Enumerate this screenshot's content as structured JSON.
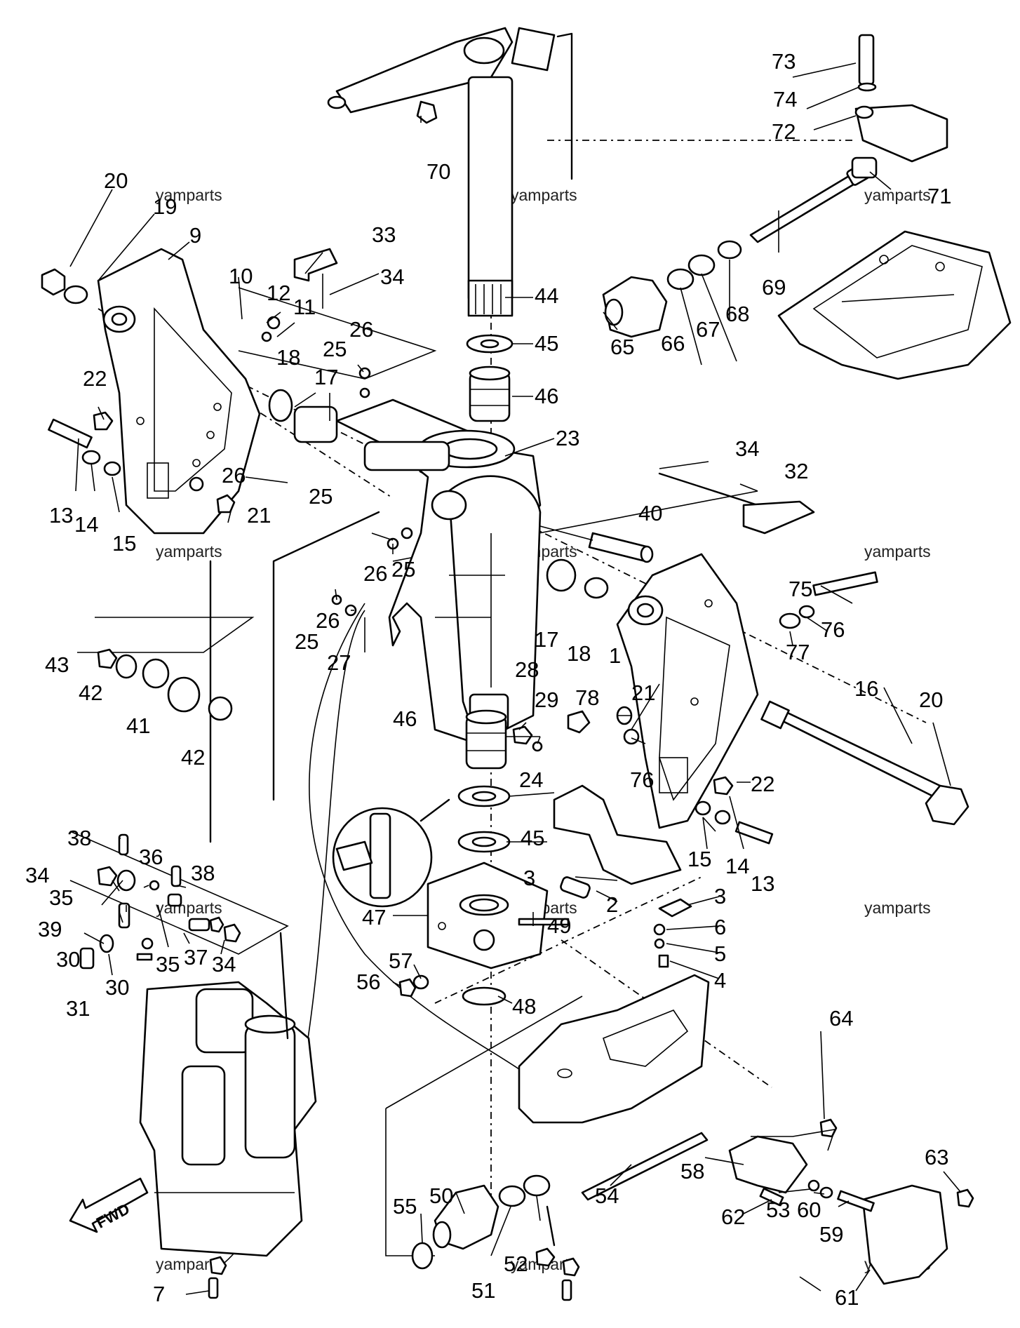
{
  "watermark": "yamparts",
  "fwd_label": "FWD",
  "labels": {
    "n1": "1",
    "n2": "2",
    "n3a": "3",
    "n3b": "3",
    "n4": "4",
    "n5": "5",
    "n6": "6",
    "n7": "7",
    "n9": "9",
    "n10": "10",
    "n11": "11",
    "n12": "12",
    "n13a": "13",
    "n13b": "13",
    "n14a": "14",
    "n14b": "14",
    "n15a": "15",
    "n15b": "15",
    "n16": "16",
    "n17a": "17",
    "n17b": "17",
    "n18a": "18",
    "n18b": "18",
    "n19": "19",
    "n20a": "20",
    "n20b": "20",
    "n21a": "21",
    "n21b": "21",
    "n22a": "22",
    "n22b": "22",
    "n23": "23",
    "n24": "24",
    "n25a": "25",
    "n25b": "25",
    "n25c": "25",
    "n25d": "25",
    "n26a": "26",
    "n26b": "26",
    "n26c": "26",
    "n26d": "26",
    "n27": "27",
    "n28": "28",
    "n29": "29",
    "n30": "30",
    "n31": "31",
    "n32": "32",
    "n33": "33",
    "n34a": "34",
    "n34b": "34",
    "n34c": "34",
    "n34d": "34",
    "n35a": "35",
    "n35b": "35",
    "n36": "36",
    "n37": "37",
    "n38a": "38",
    "n38b": "38",
    "n39": "39",
    "n40": "40",
    "n41": "41",
    "n42a": "42",
    "n42b": "42",
    "n43": "43",
    "n44": "44",
    "n45a": "45",
    "n45b": "45",
    "n46a": "46",
    "n46b": "46",
    "n47": "47",
    "n48": "48",
    "n49": "49",
    "n50": "50",
    "n51": "51",
    "n52": "52",
    "n53": "53",
    "n54": "54",
    "n55": "55",
    "n56": "56",
    "n57": "57",
    "n58": "58",
    "n59": "59",
    "n60": "60",
    "n61": "61",
    "n62": "62",
    "n63": "63",
    "n64": "64",
    "n65": "65",
    "n66": "66",
    "n67": "67",
    "n68": "68",
    "n69": "69",
    "n70": "70",
    "n71": "71",
    "n72": "72",
    "n73": "73",
    "n74": "74",
    "n75": "75",
    "n76a": "76",
    "n76b": "76",
    "n77": "77",
    "n78": "78"
  }
}
